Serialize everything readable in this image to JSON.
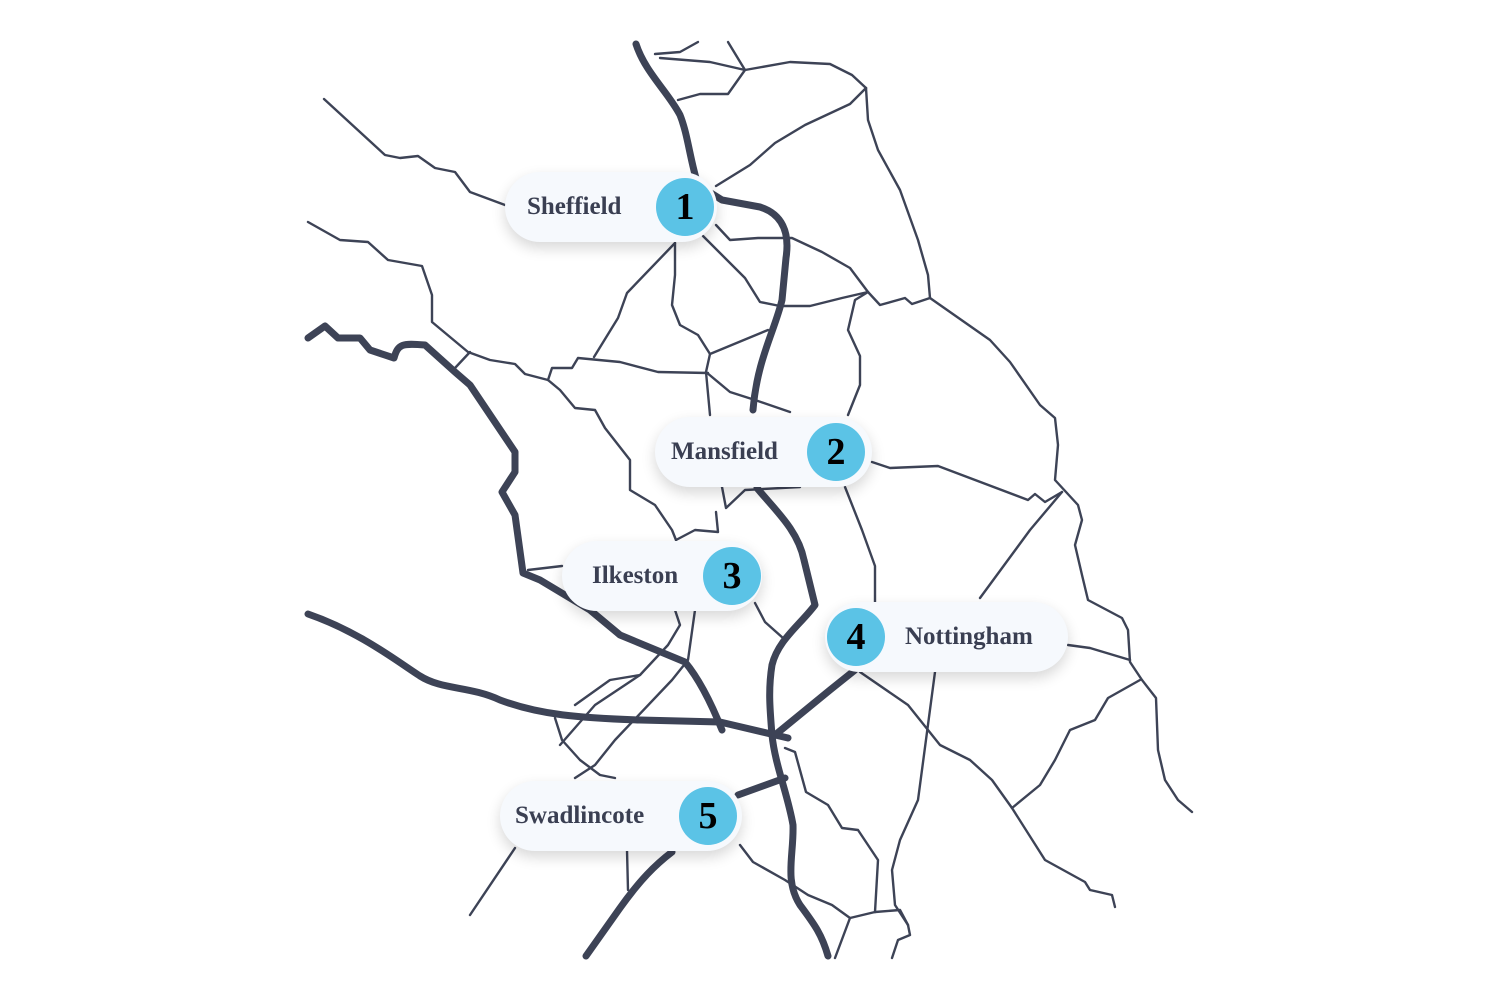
{
  "map": {
    "road_color": "#3d4356",
    "badge_color": "#5bc3e6",
    "locations": [
      {
        "number": "1",
        "name": "Sheffield"
      },
      {
        "number": "2",
        "name": "Mansfield"
      },
      {
        "number": "3",
        "name": "Ilkeston"
      },
      {
        "number": "4",
        "name": "Nottingham"
      },
      {
        "number": "5",
        "name": "Swadlincote"
      }
    ]
  }
}
